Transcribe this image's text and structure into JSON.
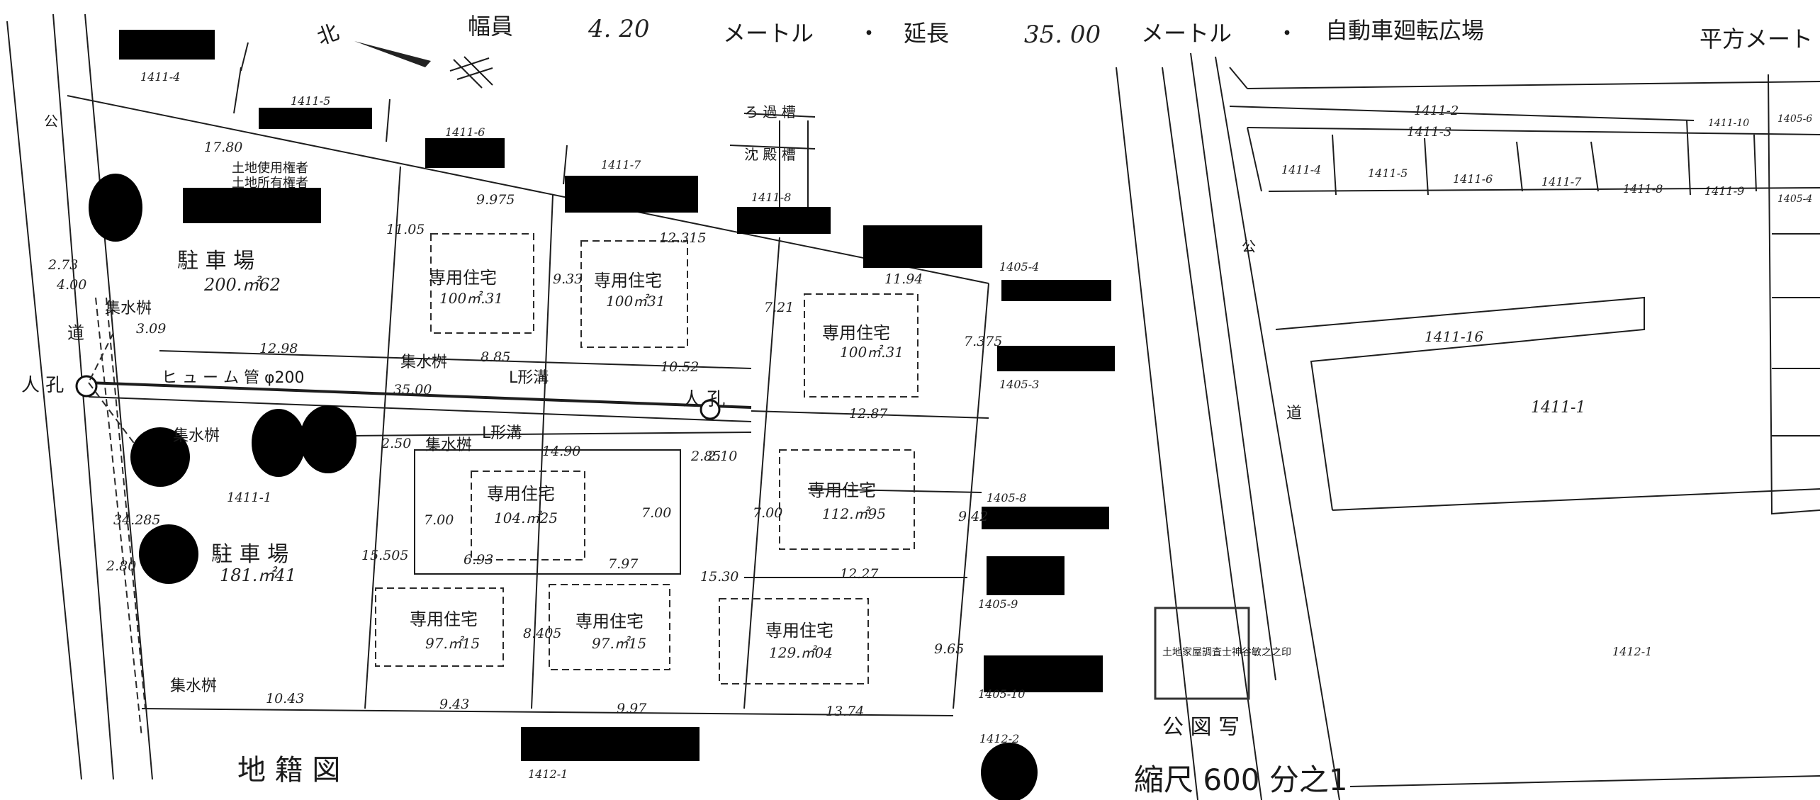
{
  "header": {
    "width_label": "幅員",
    "width_value": "4. 20",
    "unit_meter_1": "メートル",
    "dot_1": "・",
    "length_label": "延長",
    "length_value": "35. 00",
    "unit_meter_2": "メートル",
    "dot_2": "・",
    "turnaround_label": "自動車廻転広場",
    "area_label": "平方メート"
  },
  "north_label": "北",
  "left_map": {
    "lot_numbers": [
      "1411-4",
      "1411-5",
      "1411-6",
      "1411-7",
      "1411-8",
      "1405-4",
      "1405-3",
      "1405-8",
      "1405-9",
      "1405-10",
      "1412-2",
      "1412-1",
      "1411-1"
    ],
    "land_notes": [
      "土地使用権者",
      "土地所有権者"
    ],
    "parking_1": {
      "label": "駐 車 場",
      "area": "200.㎡62"
    },
    "parking_2": {
      "label": "駐 車 場",
      "area": "181.㎡41"
    },
    "houses": [
      {
        "label": "専用住宅",
        "area": "100㎡.31"
      },
      {
        "label": "専用住宅",
        "area": "100㎡31"
      },
      {
        "label": "専用住宅",
        "area": "100㎡.31"
      },
      {
        "label": "専用住宅",
        "area": "104.㎡25"
      },
      {
        "label": "専用住宅",
        "area": "112.㎡95"
      },
      {
        "label": "専用住宅",
        "area": "97.㎡15"
      },
      {
        "label": "専用住宅",
        "area": "97.㎡15"
      },
      {
        "label": "専用住宅",
        "area": "129.㎡04"
      }
    ],
    "facilities": {
      "catch_basin": "集水桝",
      "hume_pipe": "ヒ ュ ー ム 管 φ200",
      "l_gutter": "L形溝",
      "manhole": "人 孔",
      "road": "道",
      "public": "公",
      "ro_drain": "ろ 過 槽",
      "hold_tank": "沈 殿 槽"
    },
    "dimensions": [
      "17.80",
      "9.975",
      "12.315",
      "11.94",
      "11.05",
      "9.33",
      "7.21",
      "7.375",
      "12.98",
      "8.85",
      "10.52",
      "12.87",
      "14.90",
      "7.00",
      "7.00",
      "7.00",
      "6.93",
      "7.97",
      "12.27",
      "9.42",
      "15.505",
      "15.30",
      "8.405",
      "10.43",
      "9.43",
      "9.97",
      "13.74",
      "9.65",
      "34.285",
      "2.73",
      "4.00",
      "2.80",
      "3.09",
      "35.00",
      "2.50",
      "2.10",
      "2.85"
    ],
    "map_title": "地 籍 図"
  },
  "right_map": {
    "lot_numbers": [
      "1411-2",
      "1411-3",
      "1411-4",
      "1411-5",
      "1411-6",
      "1411-7",
      "1411-8",
      "1411-9",
      "1411-10",
      "1405-6",
      "1405-4",
      "1411-16",
      "1411-1",
      "1412-1"
    ],
    "road": "道",
    "public": "公",
    "seal_text": "土地家屋調査士神谷敏之之印",
    "copy_label": "公 図 写",
    "scale_label": "縮尺 600 分之1"
  }
}
